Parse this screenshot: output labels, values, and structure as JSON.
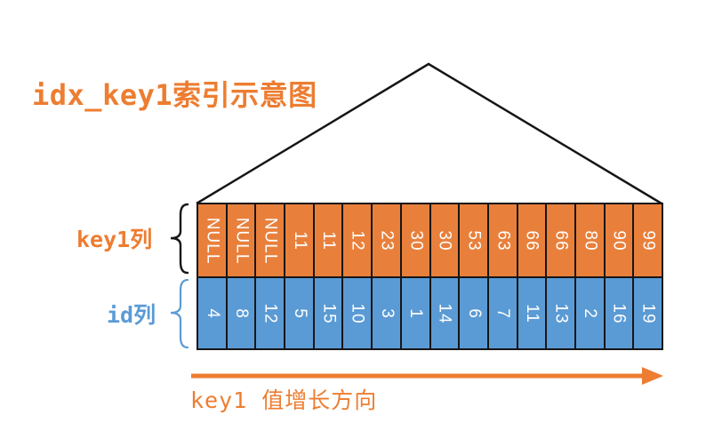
{
  "title": "idx_key1索引示意图",
  "colors": {
    "orange": "#ED7D31",
    "cell_orange": "#E8803C",
    "blue": "#5B9BD5",
    "line_black": "#161616",
    "cell_text": "#FFFFFF",
    "background": "#FFFFFF"
  },
  "rows": [
    {
      "name": "key1",
      "label": "key1列",
      "color": "#E8803C",
      "values": [
        "NULL",
        "NULL",
        "NULL",
        "11",
        "11",
        "12",
        "23",
        "30",
        "30",
        "53",
        "63",
        "66",
        "66",
        "80",
        "90",
        "99"
      ]
    },
    {
      "name": "id",
      "label": "id列",
      "color": "#5B9BD5",
      "values": [
        "4",
        "8",
        "12",
        "5",
        "15",
        "10",
        "3",
        "1",
        "14",
        "6",
        "7",
        "11",
        "13",
        "2",
        "16",
        "19"
      ]
    }
  ],
  "arrow": {
    "label": "key1 值增长方向"
  }
}
